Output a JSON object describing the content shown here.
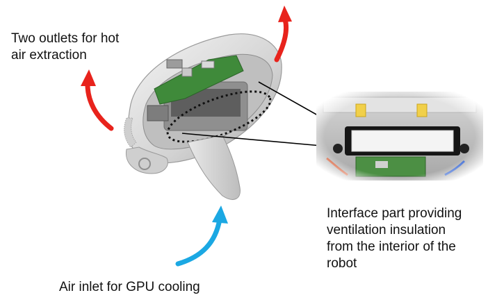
{
  "labels": {
    "outlets": "Two outlets for hot\nair extraction",
    "interface": "Interface part providing\nventilation insulation\nfrom the interior of the\nrobot",
    "inlet": "Air inlet for GPU cooling"
  },
  "colors": {
    "hot_arrow": "#e8231c",
    "cool_arrow": "#1ba8e3",
    "callout_line": "#000000",
    "housing": "#d9d9d9",
    "pcb": "#3f8a3a"
  },
  "icons": {
    "outlet_arrows": "red-curved-arrow",
    "inlet_arrow": "blue-curved-arrow"
  }
}
